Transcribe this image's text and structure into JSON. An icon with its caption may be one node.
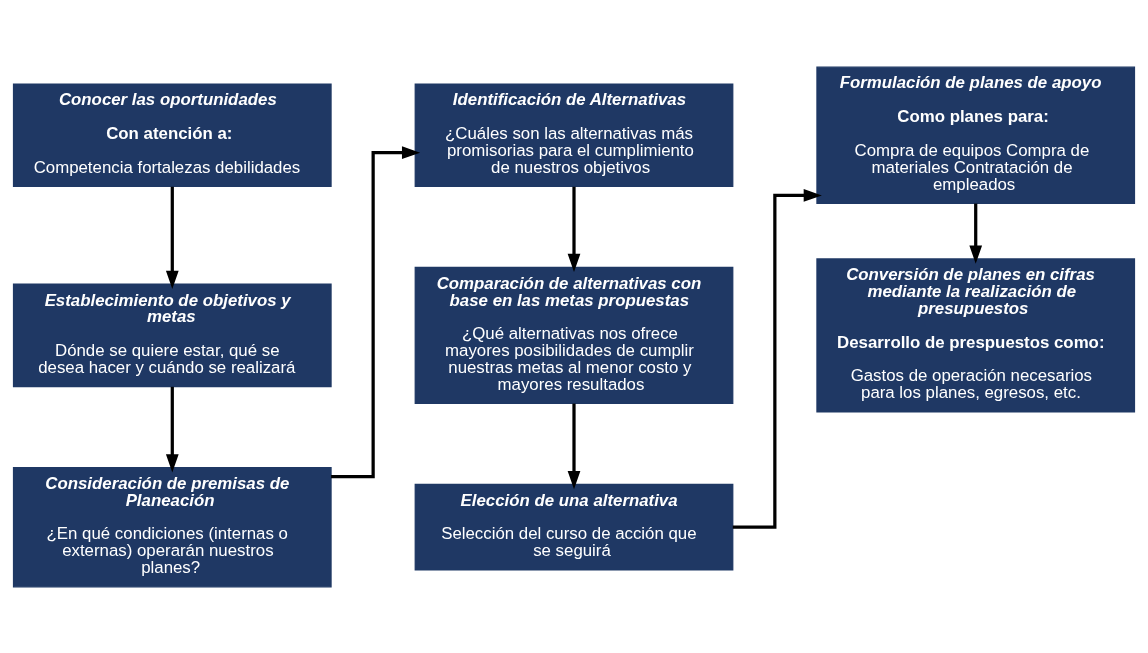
{
  "diagram": {
    "nodes": [
      {
        "text": [
          "Conocer las oportunidades",
          "Con atención a:",
          "Competencia fortalezas debilidades"
        ]
      },
      {
        "text": [
          "Establecimiento de objetivos y metas",
          "Dónde se quiere estar, qué se desea hacer y cuándo se realizará"
        ]
      },
      {
        "text": [
          "Consideración de premisas de Planeación",
          "¿En qué condiciones (internas o externas) operarán nuestros planes?"
        ]
      },
      {
        "text": [
          "Identificación de Alternativas",
          "¿Cuáles son las alternativas más promisorias para el cumplimiento de nuestros objetivos"
        ]
      },
      {
        "text": [
          "Comparación de alternativas con base en las metas propuestas",
          "¿Qué alternativas nos ofrece mayores posibilidades de cumplir nuestras metas al menor costo y mayores resultados"
        ]
      },
      {
        "text": [
          "Elección de una alternativa",
          "Selección del curso de acción que se seguirá"
        ]
      },
      {
        "text": [
          "Formulación de planes de apoyo",
          "Como planes para:",
          "Compra de equipos Compra de materiales Contratación de empleados"
        ]
      },
      {
        "text": [
          "Conversión de planes en cifras mediante la realización de presupuestos",
          "Desarrollo de prespuestos como:",
          "Gastos de operación necesarios para los planes, egresos, etc."
        ]
      }
    ],
    "edges": [
      {
        "from": 0,
        "to": 1,
        "arrow": "to"
      },
      {
        "from": 1,
        "to": 2,
        "arrow": "to"
      },
      {
        "from": 2,
        "to": 3,
        "arrow": "to"
      },
      {
        "from": 3,
        "to": 4,
        "arrow": "to"
      },
      {
        "from": 4,
        "to": 5,
        "arrow": "to"
      },
      {
        "from": 5,
        "to": 6,
        "arrow": "to"
      },
      {
        "from": 6,
        "to": 7,
        "arrow": "to"
      }
    ]
  }
}
